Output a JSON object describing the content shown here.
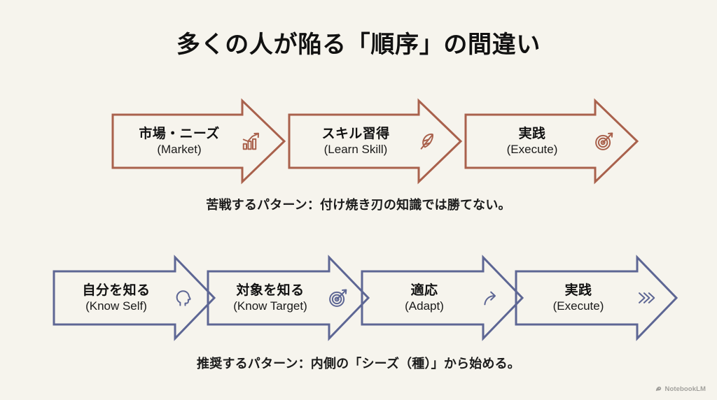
{
  "slide": {
    "title": "多くの人が陥る「順序」の間違い",
    "background_color": "#f6f4ed"
  },
  "colors": {
    "bad_accent": "#a9614c",
    "good_accent": "#5d6694",
    "text": "#111111",
    "background": "#f6f4ed"
  },
  "rows": [
    {
      "id": "bad",
      "accent": "#a9614c",
      "caption": "苦戦するパターン：付け焼き刃の知識では勝てない。",
      "steps": [
        {
          "jp": "市場・ニーズ",
          "en": "(Market)",
          "icon": "bar-chart-growth-icon"
        },
        {
          "jp": "スキル習得",
          "en": "(Learn Skill)",
          "icon": "feather-icon"
        },
        {
          "jp": "実践",
          "en": "(Execute)",
          "icon": "target-dart-icon"
        }
      ]
    },
    {
      "id": "good",
      "accent": "#5d6694",
      "caption": "推奨するパターン：内側の「シーズ（種）」から始める。",
      "steps": [
        {
          "jp": "自分を知る",
          "en": "(Know Self)",
          "icon": "head-profile-icon"
        },
        {
          "jp": "対象を知る",
          "en": "(Know Target)",
          "icon": "target-dart-icon"
        },
        {
          "jp": "適応",
          "en": "(Adapt)",
          "icon": "curved-arrow-icon"
        },
        {
          "jp": "実践",
          "en": "(Execute)",
          "icon": "triple-chevron-icon"
        }
      ]
    }
  ],
  "watermark": {
    "label": "NotebookLM",
    "icon": "notebooklm-logo-icon"
  }
}
